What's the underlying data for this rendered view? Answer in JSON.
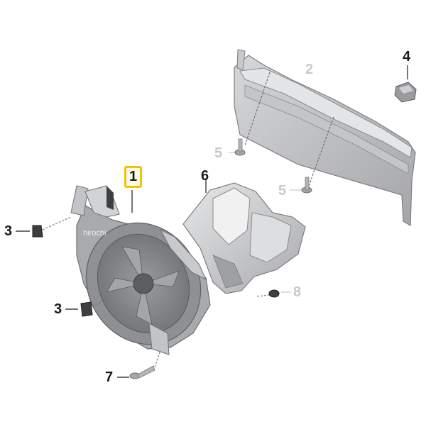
{
  "callouts": [
    {
      "id": "c1",
      "label": "1",
      "highlighted": true,
      "style": "dark"
    },
    {
      "id": "c2",
      "label": "2",
      "style": "light"
    },
    {
      "id": "c3a",
      "label": "3",
      "style": "dark"
    },
    {
      "id": "c3b",
      "label": "3",
      "style": "dark"
    },
    {
      "id": "c4",
      "label": "4",
      "style": "dark"
    },
    {
      "id": "c5a",
      "label": "5",
      "style": "light"
    },
    {
      "id": "c5b",
      "label": "5",
      "style": "light"
    },
    {
      "id": "c6",
      "label": "6",
      "style": "dark"
    },
    {
      "id": "c7",
      "label": "7",
      "style": "dark"
    },
    {
      "id": "c8",
      "label": "8",
      "style": "light"
    }
  ],
  "watermark": "hirochi",
  "colors": {
    "highlight": "#f2c500",
    "part_fill": "#b9babc",
    "part_dark": "#8e8f92",
    "part_light": "#dcdddf",
    "callout_dark": "#1a1a1a",
    "callout_light": "#c9c9c9"
  }
}
